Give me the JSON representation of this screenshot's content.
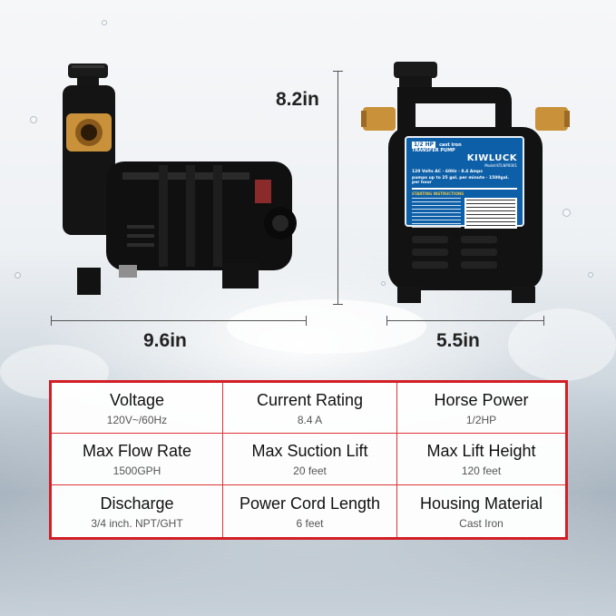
{
  "dimensions": {
    "height": "8.2in",
    "side_length": "9.6in",
    "front_width": "5.5in"
  },
  "pump_label": {
    "horsepower_badge": "1/2 HP",
    "material_text": "cast iron",
    "title": "TRANSFER PUMP",
    "brand": "KIWLUCK",
    "model": "Model:KTLNP0001",
    "electrical": "120 Volts AC · 60Hz · 8.4 Amps",
    "flow": "pumps up to 25 gal. per minute · 1500gal. per hour",
    "section": "STARTING INSTRUCTIONS"
  },
  "specs": [
    {
      "title": "Voltage",
      "value": "120V~/60Hz"
    },
    {
      "title": "Current Rating",
      "value": "8.4 A"
    },
    {
      "title": "Horse Power",
      "value": "1/2HP"
    },
    {
      "title": "Max Flow Rate",
      "value": "1500GPH"
    },
    {
      "title": "Max Suction Lift",
      "value": "20 feet"
    },
    {
      "title": "Max Lift Height",
      "value": "120 feet"
    },
    {
      "title": "Discharge",
      "value": "3/4 inch. NPT/GHT"
    },
    {
      "title": "Power Cord Length",
      "value": "6 feet"
    },
    {
      "title": "Housing Material",
      "value": "Cast Iron"
    }
  ],
  "colors": {
    "table_border": "#d21f26",
    "pump_body": "#121212",
    "label_blue": "#0d5fa8",
    "brass": "#c9923a"
  }
}
